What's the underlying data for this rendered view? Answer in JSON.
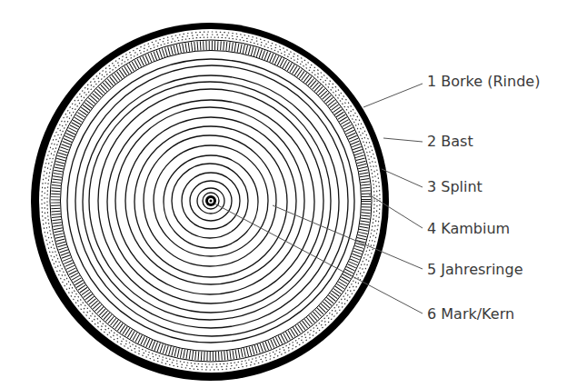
{
  "diagram": {
    "labels": [
      "1 Borke (Rinde)",
      "2 Bast",
      "3 Splint",
      "4 Kambium",
      "5 Jahresringe",
      "6 Mark/Kern"
    ]
  }
}
